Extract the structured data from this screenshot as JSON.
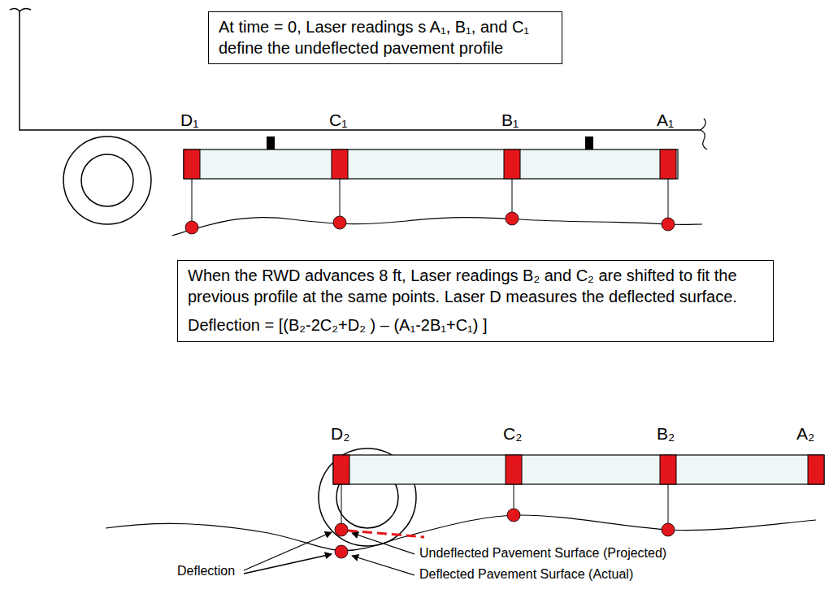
{
  "diagram": {
    "nodes": [
      {
        "text": [
          "At time = 0, Laser readings s A₁, B₁, and C₁ define the undeflected pavement profile"
        ]
      },
      {
        "text": [
          "When the RWD advances 8 ft, Laser readings B₂ and C₂ are shifted to fit the previous profile at the same points. Laser D measures the deflected surface.",
          "Deflection = [(B₂-2C₂+D₂ ) – (A₁-2B₁+C₁) ]"
        ]
      }
    ],
    "labels": [
      "D₁",
      "C₁",
      "B₁",
      "A₁",
      "D₂",
      "C₂",
      "B₂",
      "A₂",
      "Deflection",
      "Undeflected Pavement Surface (Projected)",
      "Deflected Pavement Surface (Actual)"
    ]
  }
}
